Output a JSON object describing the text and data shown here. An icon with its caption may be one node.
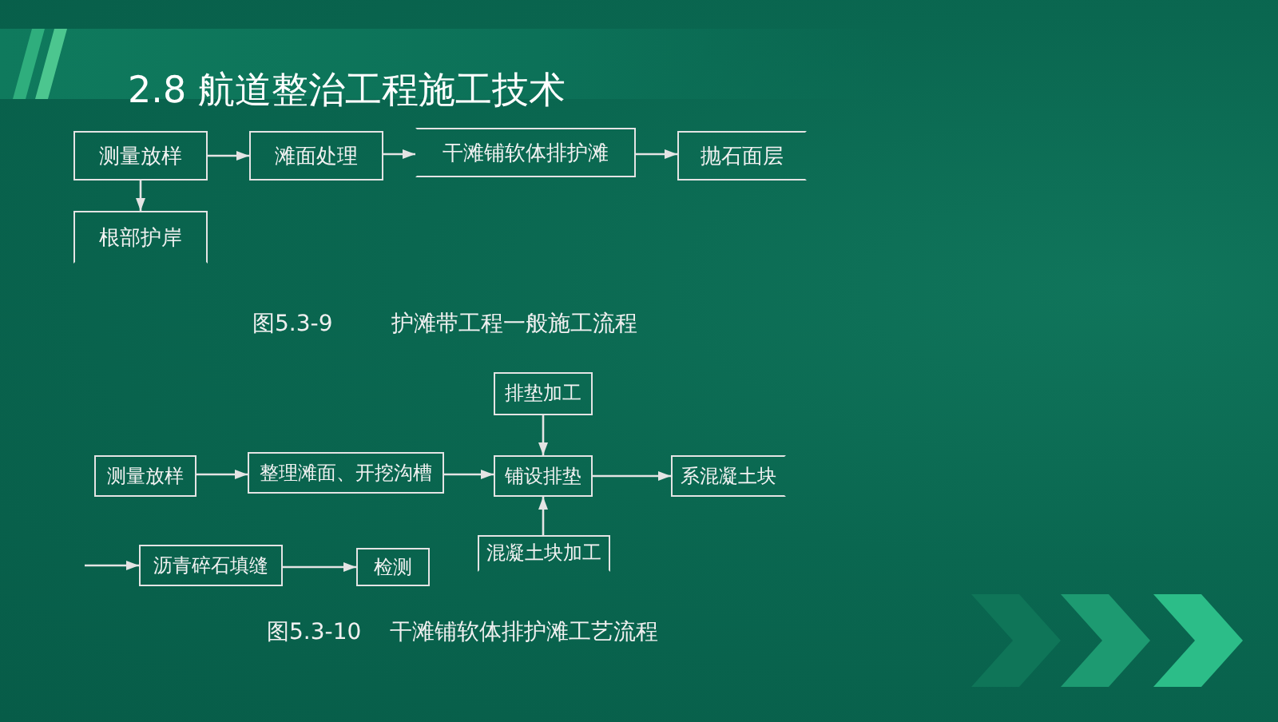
{
  "diagram": {
    "title": "2.8 航道整治工程施工技术",
    "nodes": [
      {
        "text": [
          "测量放样"
        ]
      },
      {
        "text": [
          "滩面处理"
        ]
      },
      {
        "text": [
          "干滩铺软体排护滩"
        ]
      },
      {
        "text": [
          "抛石面层"
        ]
      },
      {
        "text": [
          "根部护岸"
        ]
      },
      {
        "text": [
          "排垫加工"
        ]
      },
      {
        "text": [
          "测量放样"
        ]
      },
      {
        "text": [
          "整理滩面、开挖沟槽"
        ]
      },
      {
        "text": [
          "铺设排垫"
        ]
      },
      {
        "text": [
          "系混凝土块"
        ]
      },
      {
        "text": [
          "混凝土块加工"
        ]
      },
      {
        "text": [
          "沥青碎石填缝"
        ]
      },
      {
        "text": [
          "检测"
        ]
      }
    ],
    "edges": [
      {
        "from": 0,
        "to": 1,
        "arrow": "to"
      },
      {
        "from": 1,
        "to": 2,
        "arrow": "to"
      },
      {
        "from": 2,
        "to": 3,
        "arrow": "to"
      },
      {
        "from": 0,
        "to": 4,
        "arrow": "to"
      },
      {
        "from": 6,
        "to": 7,
        "arrow": "to"
      },
      {
        "from": 7,
        "to": 8,
        "arrow": "to"
      },
      {
        "from": 8,
        "to": 9,
        "arrow": "to"
      },
      {
        "from": 5,
        "to": 8,
        "arrow": "to"
      },
      {
        "from": 10,
        "to": 8,
        "arrow": "to"
      },
      {
        "from": null,
        "to": 11,
        "arrow": "to"
      },
      {
        "from": 11,
        "to": 12,
        "arrow": "to"
      }
    ],
    "labels": [
      "图5.3-9",
      "护滩带工程一般施工流程",
      "图5.3-10",
      "干滩铺软体排护滩工艺流程"
    ]
  }
}
